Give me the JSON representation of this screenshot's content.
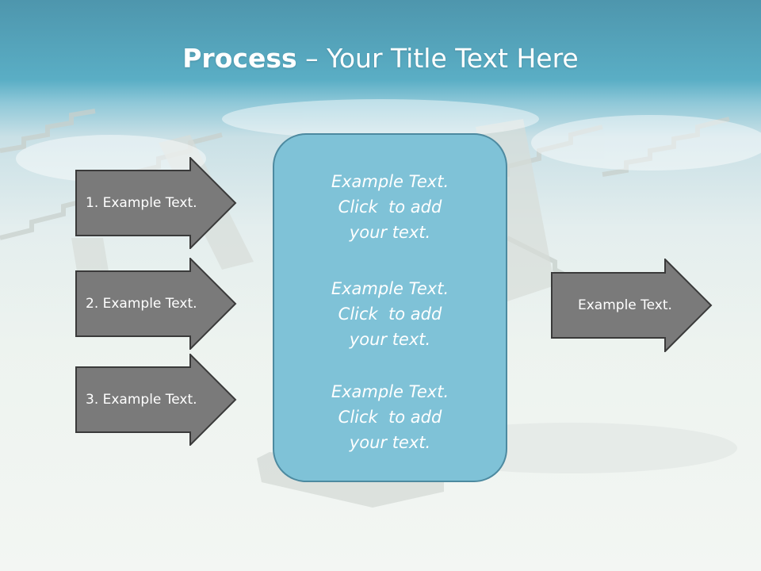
{
  "title": {
    "bold": "Process",
    "rest": " – Your Title Text Here"
  },
  "left_arrows": [
    {
      "label": "1. Example Text."
    },
    {
      "label": "2. Example Text."
    },
    {
      "label": "3. Example Text."
    }
  ],
  "right_arrow": {
    "label": "Example Text."
  },
  "center_box": {
    "blocks": [
      {
        "lines": [
          "Example Text.",
          "Click  to add",
          "your text."
        ]
      },
      {
        "lines": [
          "Example Text.",
          "Click  to add",
          "your text."
        ]
      },
      {
        "lines": [
          "Example Text.",
          "Click  to add",
          "your text."
        ]
      }
    ]
  },
  "colors": {
    "header_blue": "#4e96ad",
    "arrow_fill": "#7a7a7a",
    "arrow_border": "#3a3a3a",
    "box_fill": "#7fc2d7",
    "box_border": "#4d8aa0"
  },
  "background": {
    "image": "staircases-in-clouds"
  }
}
